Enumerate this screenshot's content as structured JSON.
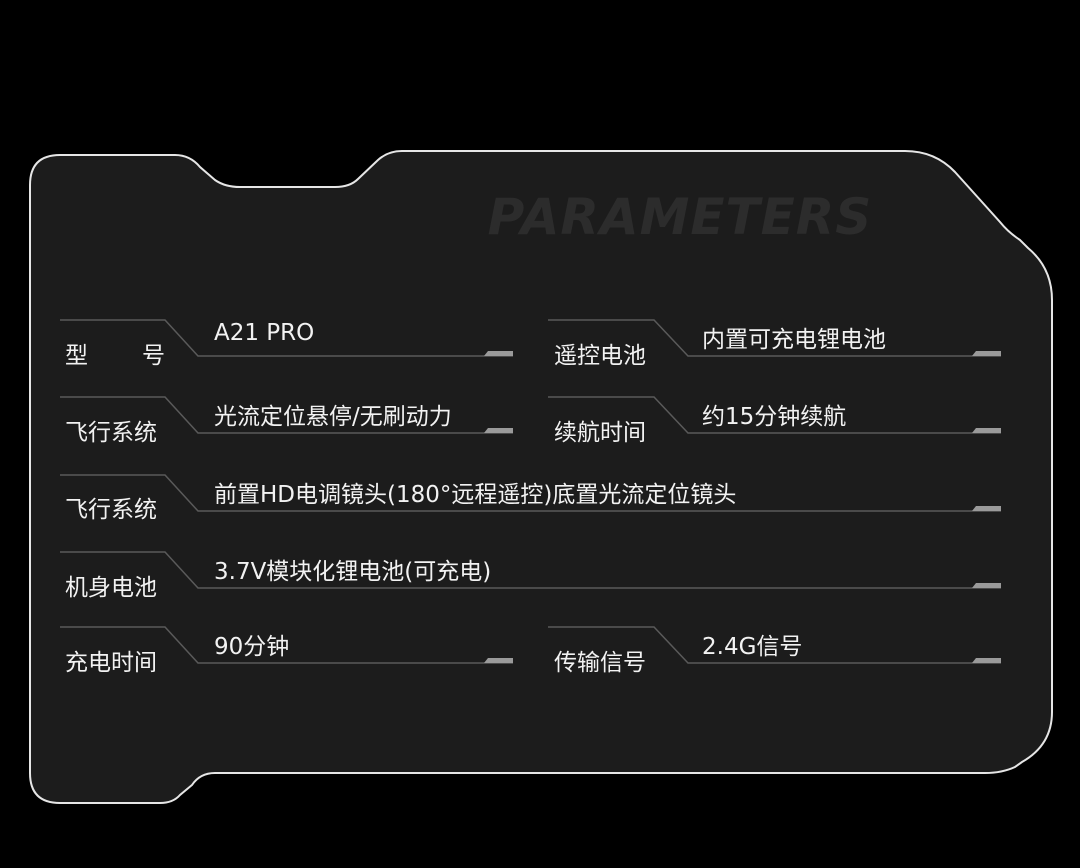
{
  "watermark": "PARAMETERS",
  "specs": {
    "model": {
      "label": "型号",
      "value": "A21 PRO"
    },
    "remote_battery": {
      "label": "遥控电池",
      "value": "内置可充电锂电池"
    },
    "flight_system_1": {
      "label": "飞行系统",
      "value": "光流定位悬停/无刷动力"
    },
    "endurance": {
      "label": "续航时间",
      "value": "约15分钟续航"
    },
    "flight_system_2": {
      "label": "飞行系统",
      "value": "前置HD电调镜头(180°远程遥控)底置光流定位镜头"
    },
    "body_battery": {
      "label": "机身电池",
      "value": "3.7V模块化锂电池(可充电)"
    },
    "charge_time": {
      "label": "充电时间",
      "value": "90分钟"
    },
    "signal": {
      "label": "传输信号",
      "value": "2.4G信号"
    }
  },
  "colors": {
    "background": "#000000",
    "panel_fill": "#1c1c1c",
    "panel_border": "#e6e6e6",
    "text": "#f2f2f2",
    "line": "#5a5a5a",
    "accent": "#9a9a9a",
    "watermark": "#2c2c2c"
  }
}
